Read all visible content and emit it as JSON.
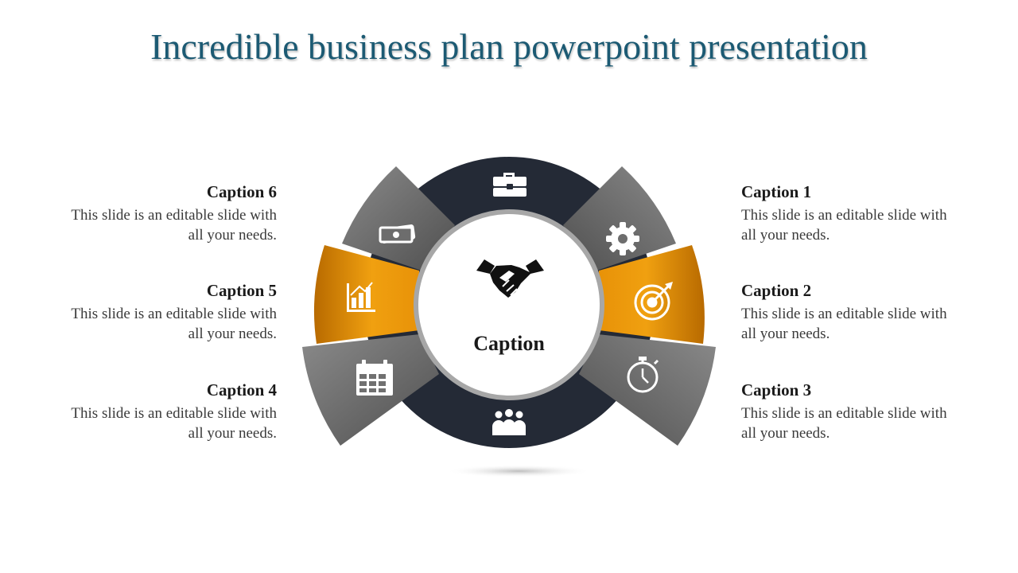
{
  "slide": {
    "title": "Incredible business plan powerpoint presentation"
  },
  "center": {
    "label": "Caption",
    "icon": "handshake-icon"
  },
  "colors": {
    "title": "#1c5a73",
    "dark_ring": "#242a36",
    "gray_segment": "#707070",
    "orange_segment": "#e8920a"
  },
  "captions": [
    {
      "title": "Caption 1",
      "body": "This slide is an editable slide with all your needs.",
      "icon": "gear-icon"
    },
    {
      "title": "Caption 2",
      "body": "This slide is an editable slide with all your needs.",
      "icon": "target-icon"
    },
    {
      "title": "Caption 3",
      "body": "This slide is an editable slide with all your needs.",
      "icon": "stopwatch-icon"
    },
    {
      "title": "Caption 4",
      "body": "This slide is an editable slide with all your needs.",
      "icon": "calendar-icon"
    },
    {
      "title": "Caption 5",
      "body": "This slide is an editable slide with all your needs.",
      "icon": "bar-chart-icon"
    },
    {
      "title": "Caption 6",
      "body": "This slide is an editable slide with all your needs.",
      "icon": "money-icon"
    }
  ],
  "ring_icons": {
    "top": "briefcase-icon",
    "bottom": "team-icon"
  }
}
